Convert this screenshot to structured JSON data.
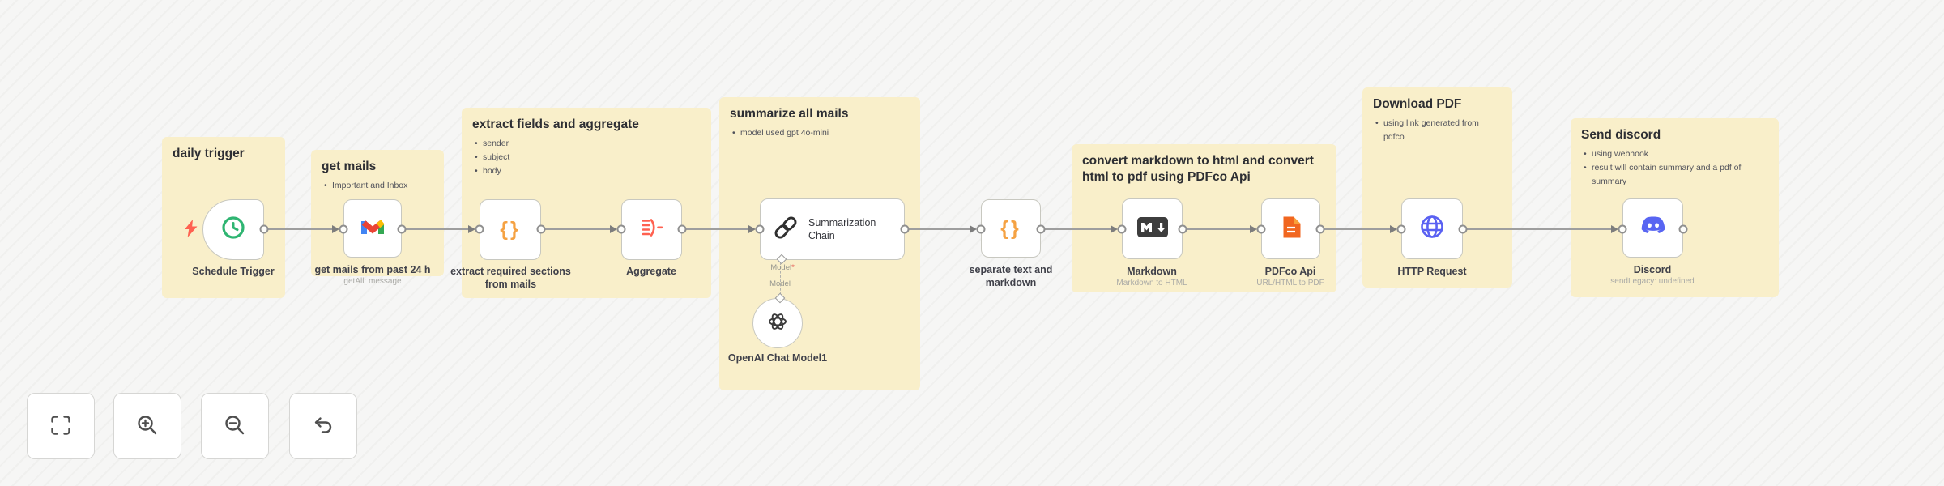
{
  "stickies": [
    {
      "title": "daily trigger",
      "bullets": []
    },
    {
      "title": "get mails",
      "bullets": [
        "Important and Inbox"
      ]
    },
    {
      "title": "extract fields and aggregate",
      "bullets": [
        "sender",
        "subject",
        "body"
      ]
    },
    {
      "title": "summarize all mails",
      "bullets": [
        "model used gpt 4o-mini"
      ]
    },
    {
      "title": "convert markdown to html and convert html to pdf using PDFco Api",
      "bullets": []
    },
    {
      "title": "Download PDF",
      "bullets": [
        "using link generated from pdfco"
      ]
    },
    {
      "title": "Send discord",
      "bullets": [
        "using webhook",
        "result will contain summary and a pdf of summary"
      ]
    }
  ],
  "nodes": [
    {
      "label": "Schedule Trigger",
      "icon": "clock-icon"
    },
    {
      "label": "get mails from past 24 h",
      "subtitle": "getAll: message",
      "icon": "gmail-icon"
    },
    {
      "label": "extract required sections from mails",
      "icon": "code-braces-icon"
    },
    {
      "label": "Aggregate",
      "icon": "aggregate-icon"
    },
    {
      "label": "Summarization Chain",
      "icon": "chain-link-icon",
      "model_port_label": "Model",
      "model_port_required": "*"
    },
    {
      "label": "OpenAI Chat Model1",
      "icon": "openai-icon",
      "port_label": "Model"
    },
    {
      "label": "separate text and markdown",
      "icon": "code-braces-icon"
    },
    {
      "label": "Markdown",
      "subtitle": "Markdown to HTML",
      "icon": "markdown-icon"
    },
    {
      "label": "PDFco Api",
      "subtitle": "URL/HTML to PDF",
      "icon": "pdfco-icon"
    },
    {
      "label": "HTTP Request",
      "icon": "globe-icon"
    },
    {
      "label": "Discord",
      "subtitle": "sendLegacy: undefined",
      "icon": "discord-icon"
    }
  ],
  "controls": [
    {
      "name": "zoom-to-fit"
    },
    {
      "name": "zoom-in"
    },
    {
      "name": "zoom-out"
    },
    {
      "name": "reset-zoom"
    }
  ],
  "colors": {
    "canvas_bg": "#f6f6f5",
    "sticky_bg": "#f9efca",
    "wire": "#9e9e9e",
    "node_border": "#c8c8c0",
    "schedule_green": "#2fb572",
    "trigger_bolt_red": "#ff6150",
    "braces_orange": "#f5a243",
    "aggregate_red": "#ff6150",
    "gmail_red": "#EA4335",
    "gmail_blue": "#4285F4",
    "gmail_green": "#34A853",
    "gmail_yellow": "#FBBC04",
    "markdown_dark": "#3d3d3d",
    "pdfco_orange": "#F1661F",
    "http_indigo": "#5A61F2",
    "discord_blurple": "#5865F2"
  }
}
